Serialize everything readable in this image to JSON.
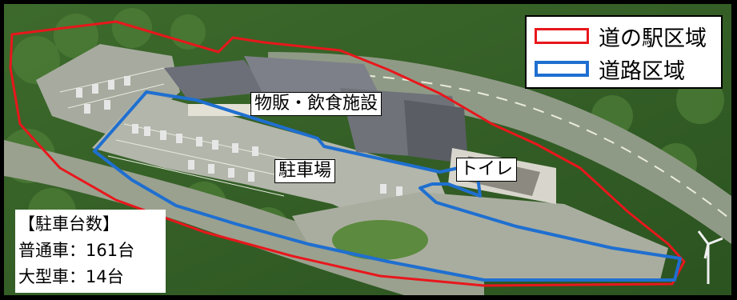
{
  "legend": {
    "items": [
      {
        "label": "道の駅区域",
        "color": "#e8171c"
      },
      {
        "label": "道路区域",
        "color": "#1f6fd0"
      }
    ]
  },
  "labels": {
    "facilities": "物販・飲食施設",
    "parking_area": "駐車場",
    "toilet": "トイレ"
  },
  "parking_info": {
    "title": "【駐車台数】",
    "regular": "普通車：161台",
    "large": "大型車：14台"
  },
  "colors": {
    "station_area": "#e8171c",
    "road_area": "#1f6fd0"
  }
}
